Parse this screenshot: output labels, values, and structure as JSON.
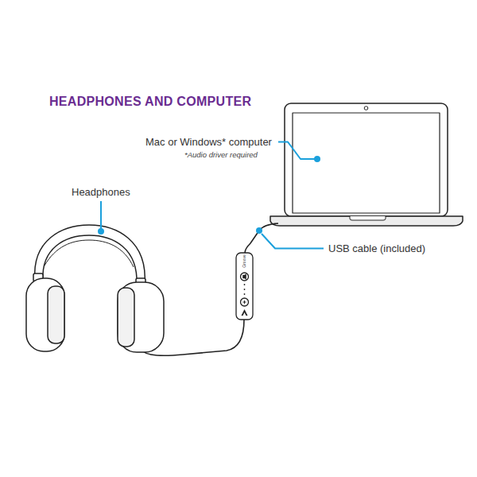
{
  "diagram": {
    "title": "HEADPHONES AND COMPUTER",
    "labels": [
      "Headphones",
      "Mac or Windows* computer",
      "*Audio driver required",
      "USB cable (included)",
      "Groove"
    ]
  }
}
